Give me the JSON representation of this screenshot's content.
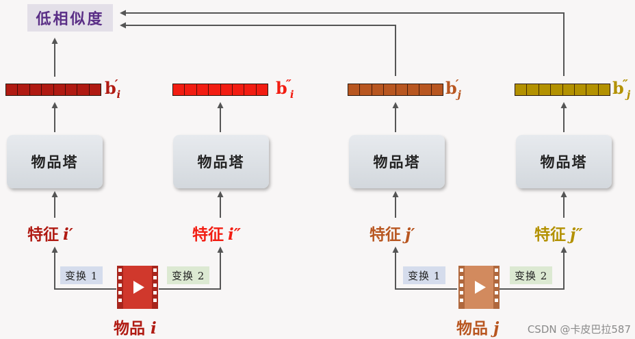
{
  "similarity_label": "低相似度",
  "colors": {
    "dark_red": "#b01a12",
    "bright_red": "#f21d12",
    "orange": "#b85620",
    "olive": "#b39100",
    "label_purple": "#5a2e86",
    "arrow": "#555555"
  },
  "columns": [
    {
      "vector_base": "b",
      "vector_sub": "i",
      "vector_prime": "′",
      "tower": "物品塔",
      "feature_text": "特征",
      "feature_var": "i′",
      "color": "#b01a12"
    },
    {
      "vector_base": "b",
      "vector_sub": "i",
      "vector_prime": "″",
      "tower": "物品塔",
      "feature_text": "特征",
      "feature_var": "i″",
      "color": "#f21d12"
    },
    {
      "vector_base": "b",
      "vector_sub": "j",
      "vector_prime": "′",
      "tower": "物品塔",
      "feature_text": "特征",
      "feature_var": "j′",
      "color": "#b85620"
    },
    {
      "vector_base": "b",
      "vector_sub": "j",
      "vector_prime": "″",
      "tower": "物品塔",
      "feature_text": "特征",
      "feature_var": "j″",
      "color": "#b39100"
    }
  ],
  "items": [
    {
      "text": "物品",
      "var": "i",
      "transform1": "变换 1",
      "transform2": "变换 2",
      "icon": "video-film-icon",
      "color": "#b01a12",
      "icon_color": "#d0382c"
    },
    {
      "text": "物品",
      "var": "j",
      "transform1": "变换 1",
      "transform2": "变换 2",
      "icon": "video-film-icon",
      "color": "#b85620",
      "icon_color": "#d28a5e"
    }
  ],
  "watermark": "CSDN @卡皮巴拉587"
}
